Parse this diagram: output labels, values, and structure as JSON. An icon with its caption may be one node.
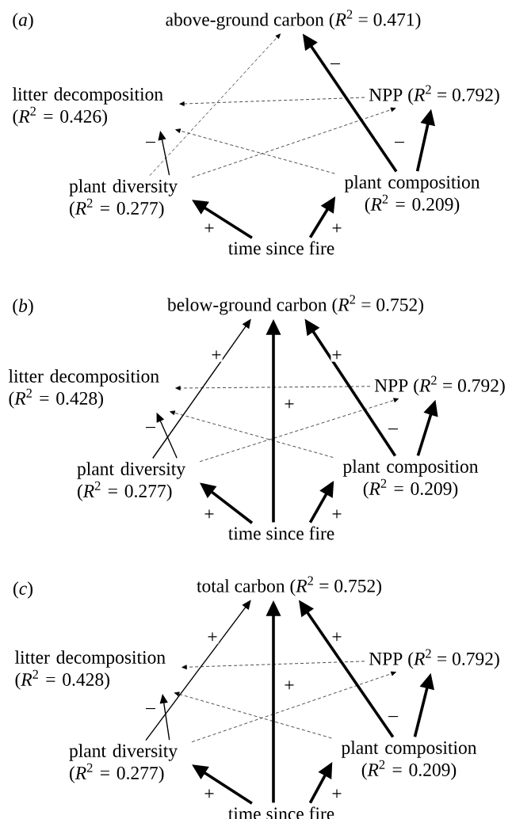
{
  "diagram": {
    "nodes": [
      {
        "text": [
          "above-ground carbon (*R*$^{2}$ = 0.471)"
        ]
      },
      {
        "text": [
          "litter decomposition (*R*$^{2}$ = 0.426)"
        ]
      },
      {
        "text": [
          "NPP (*R*$^{2}$ = 0.792)"
        ]
      },
      {
        "text": [
          "plant diversity (*R*$^{2}$ = 0.277)"
        ]
      },
      {
        "text": [
          "plant composition (*R*$^{2}$ = 0.209)"
        ]
      },
      {
        "text": [
          "time since fire"
        ]
      },
      {
        "text": [
          "below-ground carbon (*R*$^{2}$ = 0.752)"
        ]
      },
      {
        "text": [
          "litter decomposition (*R*$^{2}$ = 0.428)"
        ]
      },
      {
        "text": [
          "NPP (*R*$^{2}$ = 0.792)"
        ]
      },
      {
        "text": [
          "plant diversity (*R*$^{2}$ = 0.277)"
        ]
      },
      {
        "text": [
          "plant composition (*R*$^{2}$ = 0.209)"
        ]
      },
      {
        "text": [
          "time since fire"
        ]
      },
      {
        "text": [
          "total carbon (*R*$^{2}$ = 0.752)"
        ]
      },
      {
        "text": [
          "litter decomposition (*R*$^{2}$ = 0.428)"
        ]
      },
      {
        "text": [
          "NPP (*R*$^{2}$ = 0.792)"
        ]
      },
      {
        "text": [
          "plant diversity (*R*$^{2}$ = 0.277)"
        ]
      },
      {
        "text": [
          "plant composition (*R*$^{2}$ = 0.209)"
        ]
      },
      {
        "text": [
          "time since fire"
        ]
      }
    ],
    "edges": [
      {
        "from": 3,
        "to": 0,
        "arrow": "to",
        "style": "dashed"
      },
      {
        "from": 2,
        "to": 1,
        "arrow": "to",
        "style": "dashed"
      },
      {
        "from": 4,
        "to": 1,
        "arrow": "to",
        "style": "dashed"
      },
      {
        "from": 3,
        "to": 2,
        "arrow": "to",
        "style": "dashed"
      },
      {
        "from": 3,
        "to": 1,
        "arrow": "to",
        "label": "–"
      },
      {
        "from": 4,
        "to": 0,
        "arrow": "to",
        "label": "–",
        "style": "thick"
      },
      {
        "from": 4,
        "to": 2,
        "arrow": "to",
        "label": "–",
        "style": "thick"
      },
      {
        "from": 5,
        "to": 3,
        "arrow": "to",
        "label": "+",
        "style": "thick"
      },
      {
        "from": 5,
        "to": 4,
        "arrow": "to",
        "label": "+",
        "style": "thick"
      },
      {
        "from": 9,
        "to": 6,
        "arrow": "to",
        "label": "+"
      },
      {
        "from": 11,
        "to": 6,
        "arrow": "to",
        "label": "+",
        "style": "thick"
      },
      {
        "from": 10,
        "to": 6,
        "arrow": "to",
        "label": "+",
        "style": "thick"
      },
      {
        "from": 8,
        "to": 7,
        "arrow": "to",
        "style": "dashed"
      },
      {
        "from": 10,
        "to": 7,
        "arrow": "to",
        "style": "dashed"
      },
      {
        "from": 9,
        "to": 8,
        "arrow": "to",
        "style": "dashed"
      },
      {
        "from": 9,
        "to": 7,
        "arrow": "to",
        "label": "–"
      },
      {
        "from": 10,
        "to": 8,
        "arrow": "to",
        "label": "–",
        "style": "thick"
      },
      {
        "from": 11,
        "to": 9,
        "arrow": "to",
        "label": "+",
        "style": "thick"
      },
      {
        "from": 11,
        "to": 10,
        "arrow": "to",
        "label": "+",
        "style": "thick"
      },
      {
        "from": 15,
        "to": 12,
        "arrow": "to",
        "label": "+"
      },
      {
        "from": 17,
        "to": 12,
        "arrow": "to",
        "label": "+",
        "style": "thick"
      },
      {
        "from": 16,
        "to": 12,
        "arrow": "to",
        "label": "+",
        "style": "thick"
      },
      {
        "from": 14,
        "to": 13,
        "arrow": "to",
        "style": "dashed"
      },
      {
        "from": 16,
        "to": 13,
        "arrow": "to",
        "style": "dashed"
      },
      {
        "from": 15,
        "to": 14,
        "arrow": "to",
        "style": "dashed"
      },
      {
        "from": 15,
        "to": 13,
        "arrow": "to",
        "label": "–"
      },
      {
        "from": 16,
        "to": 14,
        "arrow": "to",
        "label": "–",
        "style": "thick"
      },
      {
        "from": 17,
        "to": 15,
        "arrow": "to",
        "label": "+",
        "style": "thick"
      },
      {
        "from": 17,
        "to": 16,
        "arrow": "to",
        "label": "+",
        "style": "thick"
      }
    ],
    "labels": [
      "(*a*)",
      "(*b*)",
      "(*c*)"
    ]
  }
}
